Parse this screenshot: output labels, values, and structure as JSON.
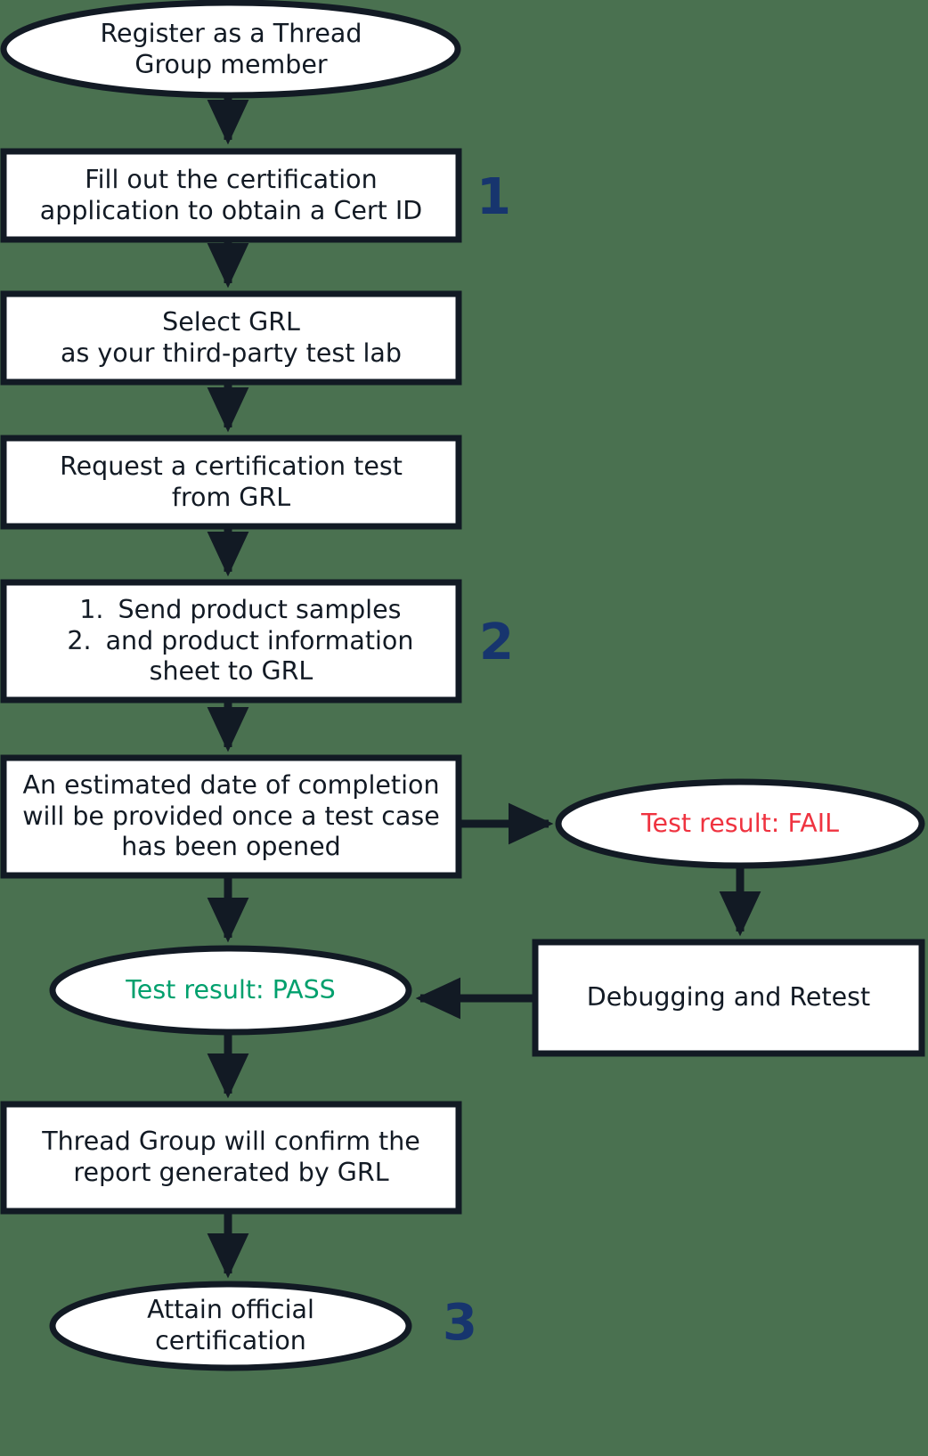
{
  "title": "Thread Group certification process flowchart",
  "colors": {
    "background": "#4a7150",
    "stroke": "#121a24",
    "node_fill": "#ffffff",
    "text": "#121a24",
    "step_number": "#17356e",
    "fail": "#ef3340",
    "pass": "#00a06d"
  },
  "nodes": {
    "register": {
      "shape": "ellipse",
      "label": "Register as a Thread\nGroup member"
    },
    "fill_application": {
      "shape": "rect",
      "label": "Fill out the certification\napplication to obtain a Cert ID"
    },
    "select_grl": {
      "shape": "rect",
      "label": "Select GRL\nas your third-party test lab"
    },
    "request_test": {
      "shape": "rect",
      "label": "Request a certification test\nfrom GRL"
    },
    "send_samples": {
      "shape": "rect",
      "items": [
        {
          "num": "1.",
          "text": "Send product samples"
        },
        {
          "num": "2.",
          "text": "and product information"
        },
        {
          "num": "",
          "text": "sheet to GRL"
        }
      ]
    },
    "estimated_date": {
      "shape": "rect",
      "label": "An estimated date of completion\nwill be provided once a test case\nhas been opened"
    },
    "result_fail": {
      "shape": "ellipse",
      "label": "Test result: FAIL"
    },
    "debugging": {
      "shape": "rect",
      "label": "Debugging and Retest"
    },
    "result_pass": {
      "shape": "ellipse",
      "label": "Test result: PASS"
    },
    "confirm_report": {
      "shape": "rect",
      "label": "Thread Group will confirm the\nreport generated by GRL"
    },
    "attain_cert": {
      "shape": "ellipse",
      "label": "Attain official\ncertification"
    }
  },
  "step_numbers": {
    "one": "1",
    "two": "2",
    "three": "3"
  }
}
